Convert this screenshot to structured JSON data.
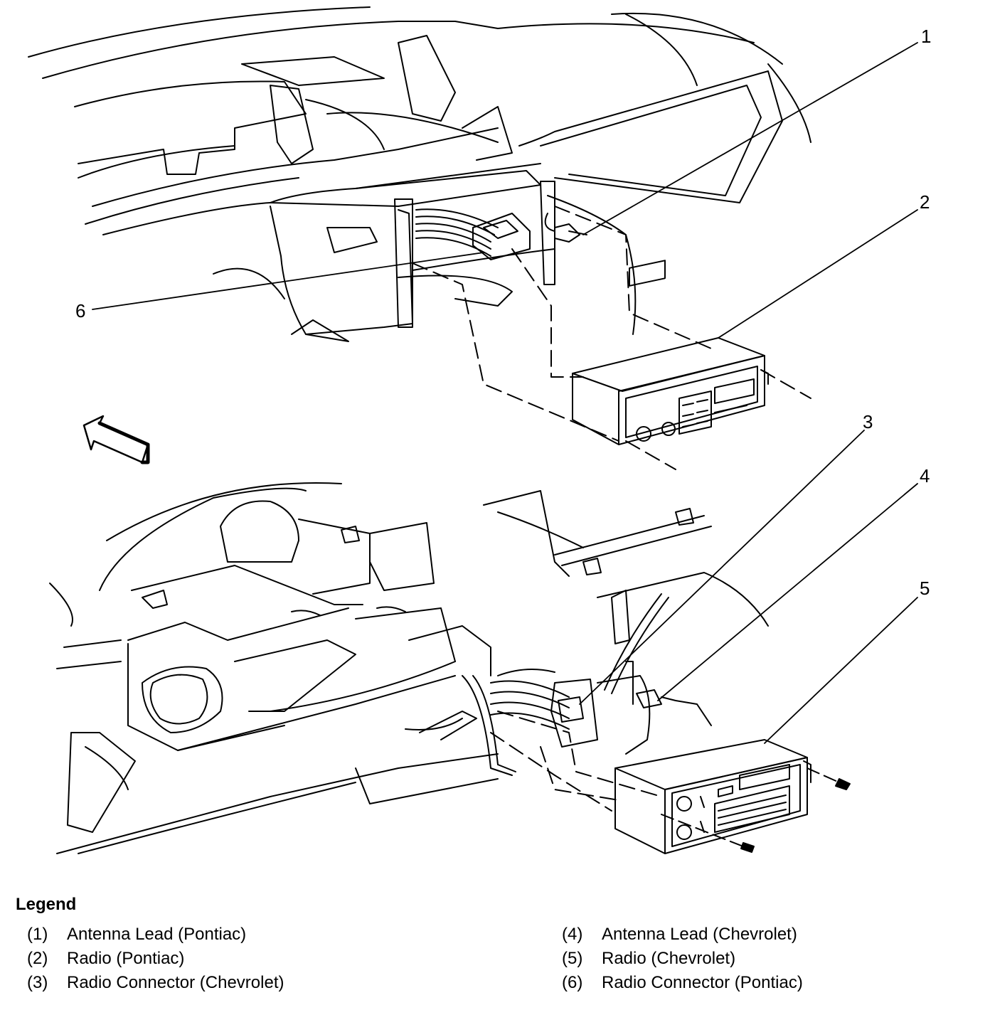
{
  "legend": {
    "title": "Legend",
    "items": [
      {
        "num": "(1)",
        "label": "Antenna Lead (Pontiac)"
      },
      {
        "num": "(2)",
        "label": "Radio (Pontiac)"
      },
      {
        "num": "(3)",
        "label": "Radio Connector (Chevrolet)"
      },
      {
        "num": "(4)",
        "label": "Antenna Lead (Chevrolet)"
      },
      {
        "num": "(5)",
        "label": "Radio (Chevrolet)"
      },
      {
        "num": "(6)",
        "label": "Radio Connector (Pontiac)"
      }
    ]
  },
  "callouts": [
    "1",
    "2",
    "3",
    "4",
    "5",
    "6"
  ],
  "colors": {
    "line": "#000000",
    "background": "#ffffff"
  },
  "icons": [
    "direction-arrow-icon"
  ]
}
